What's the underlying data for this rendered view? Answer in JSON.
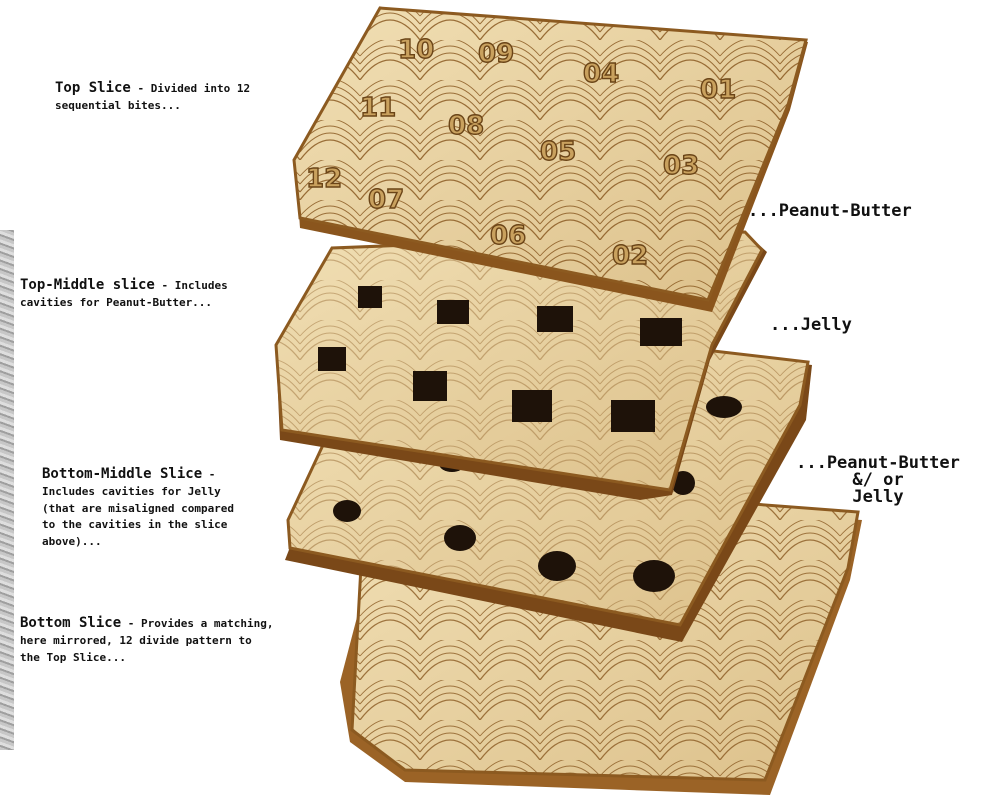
{
  "labels": {
    "top": {
      "head": "Top Slice",
      "body": " - Divided into 12\nsequential bites..."
    },
    "top_middle": {
      "head": "Top-Middle slice",
      "body": " - Includes\ncavities for Peanut-Butter..."
    },
    "bottom_middle": {
      "head": "Bottom-Middle Slice",
      "body": " -\nIncludes cavities for Jelly\n(that are misaligned compared\nto the cavities in the slice\nabove)..."
    },
    "bottom": {
      "head": "Bottom Slice",
      "body": " - Provides a matching,\nhere mirrored, 12 divide pattern to\nthe Top Slice..."
    }
  },
  "fillings": {
    "first": "...Peanut-Butter",
    "second": "...Jelly",
    "third_line1": "...Peanut-Butter",
    "third_line2": "&/ or",
    "third_line3": "Jelly"
  },
  "bite_numbers": [
    "10",
    "09",
    "04",
    "01",
    "11",
    "08",
    "05",
    "03",
    "12",
    "07",
    "06",
    "02"
  ],
  "colors": {
    "crust": "#a86f2e",
    "bread": "#ead6a6",
    "etch": "#7a4a1c",
    "shadow": "#2a1a0c"
  }
}
